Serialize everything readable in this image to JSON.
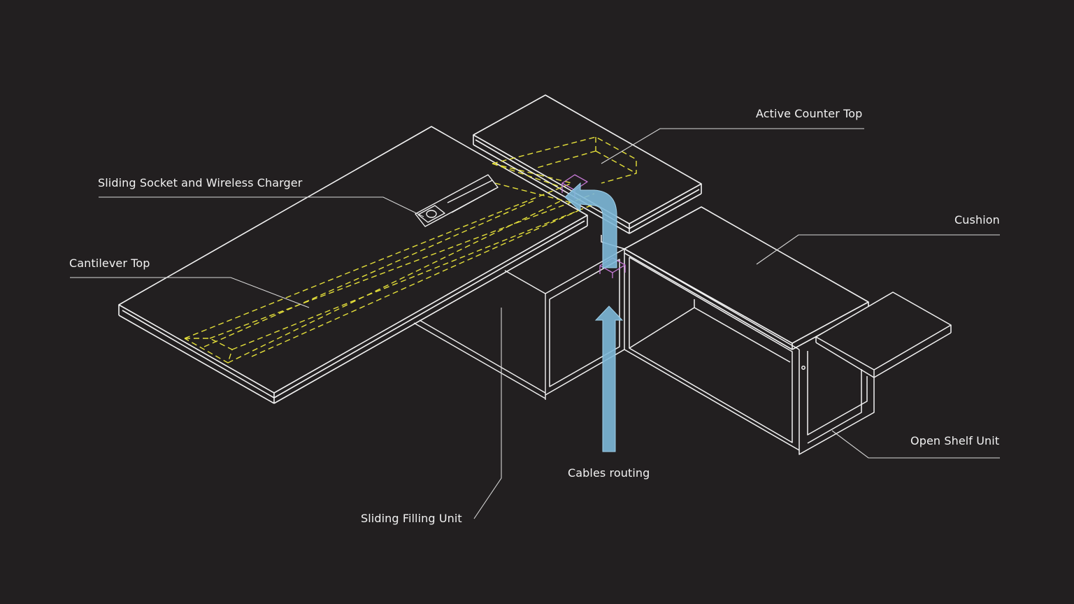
{
  "colors": {
    "background": "#221f20",
    "outline": "#f2f2f2",
    "hidden_dashes": "#e5e03a",
    "cable_arrow": "#7db8d8",
    "connector": "#c77ad6",
    "leader_lines": "#d8d8d8"
  },
  "labels": {
    "active_counter_top": "Active Counter Top",
    "sliding_socket": "Sliding Socket and Wireless Charger",
    "cushion": "Cushion",
    "cantilever_top": "Cantilever Top",
    "open_shelf_unit": "Open Shelf Unit",
    "cables_routing": "Cables routing",
    "sliding_filling_unit": "Sliding Filling Unit"
  }
}
